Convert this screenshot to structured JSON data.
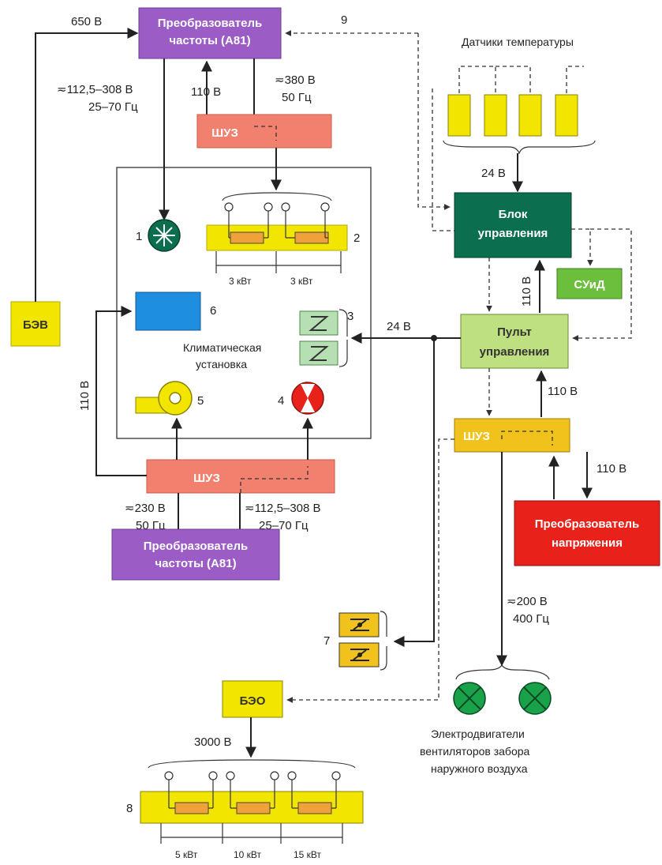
{
  "colors": {
    "purple": "#9b5cc6",
    "salmon": "#f2806e",
    "yellow": "#f2e600",
    "dark_green": "#0b6e4f",
    "light_green": "#bfe080",
    "bright_green": "#6cbf3c",
    "red": "#e8221b",
    "amber": "#f1c21b",
    "blue": "#1e8ee0",
    "pale_green": "#b6dfb4",
    "resistor": "#f0a23a"
  },
  "blocks": {
    "freq_top": "Преобразователь\nчастоты (А81)",
    "freq_bottom": "Преобразователь\nчастоты (А81)",
    "shuz_top": "ШУЗ",
    "shuz_bottom": "ШУЗ",
    "shuz_right": "ШУЗ",
    "bev": "БЭВ",
    "beo": "БЭО",
    "control_unit": "Блок\nуправления",
    "control_panel": "Пульт\nуправления",
    "suid": "СУиД",
    "volt_converter": "Преобразователь\nнапряжения"
  },
  "labels": {
    "v650": "650 В",
    "freq_in_line1": "≂112,5–308 В",
    "freq_in_line2": "25–70 Гц",
    "v110_top": "110 В",
    "v380_line1": "≂380 В",
    "v380_line2": "50 Гц",
    "nine": "9",
    "temp_sensors": "Датчики температуры",
    "v24_sensors": "24 В",
    "v24_panel": "24 В",
    "v110_vertical_right": "110 В",
    "v110_left_vertical": "110 В",
    "v110_shuz_right": "110 В",
    "v110_conv": "110 В",
    "climate_line1": "Климатическая",
    "climate_line2": "установка",
    "kw3_a": "3 кВт",
    "kw3_b": "3 кВт",
    "v230_line1": "≂230 В",
    "v230_line2": "50 Гц",
    "freq2_line1": "≂112,5–308 В",
    "freq2_line2": "25–70 Гц",
    "v200_line1": "≂200 В",
    "v200_line2": "400 Гц",
    "motors_line1": "Электродвигатели",
    "motors_line2": "вентиляторов забора",
    "motors_line3": "наружного воздуха",
    "v3000": "3000 В",
    "kw5": "5 кВт",
    "kw10": "10 кВт",
    "kw15": "15 кВт"
  },
  "numbers": {
    "n1": "1",
    "n2": "2",
    "n3": "3",
    "n4": "4",
    "n5": "5",
    "n6": "6",
    "n7": "7",
    "n8": "8"
  }
}
